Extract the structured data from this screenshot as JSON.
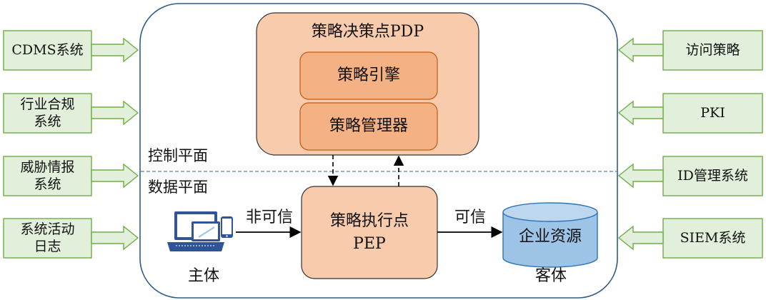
{
  "left_inputs": [
    {
      "label": "CDMS系统"
    },
    {
      "label": "行业合规\n系统"
    },
    {
      "label": "威胁情报\n系统"
    },
    {
      "label": "系统活动\n日志"
    }
  ],
  "right_inputs": [
    {
      "label": "访问策略"
    },
    {
      "label": "PKI"
    },
    {
      "label": "ID管理系统"
    },
    {
      "label": "SIEM系统"
    }
  ],
  "pdp": {
    "title": "策略决策点PDP",
    "engine": "策略引擎",
    "manager": "策略管理器"
  },
  "planes": {
    "control": "控制平面",
    "data": "数据平面"
  },
  "pep": {
    "label": "策略执行点\nPEP"
  },
  "subject": {
    "label": "主体",
    "edge_label": "非可信"
  },
  "object": {
    "resource": "企业资源",
    "label": "客体",
    "edge_label": "可信"
  },
  "colors": {
    "side_box_fill": "#e2efda",
    "side_box_stroke": "#70ad47",
    "pdp_fill": "#f8cbad",
    "inner_fill": "#f4b183",
    "inner_stroke": "#c55a11",
    "container_stroke": "#2e5b8a",
    "cylinder_fill": "#9dc3e6",
    "cylinder_stroke": "#2e75b6",
    "computer_blue": "#2f5597"
  }
}
